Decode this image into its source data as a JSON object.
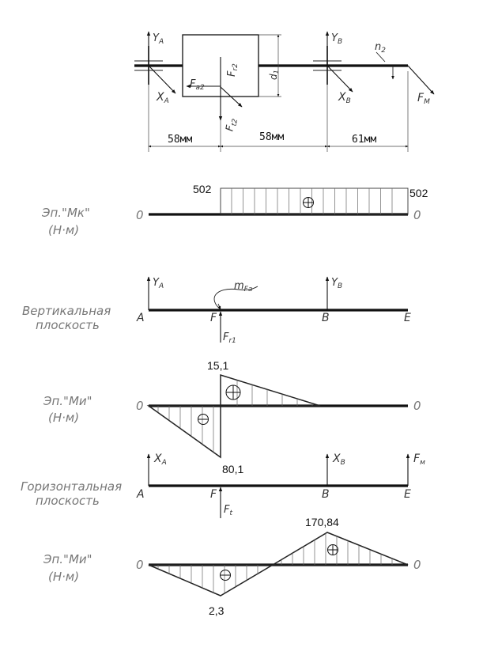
{
  "scheme": {
    "ya": "Y",
    "ya_sub": "A",
    "xa": "X",
    "xa_sub": "A",
    "yb": "Y",
    "yb_sub": "B",
    "xb": "X",
    "xb_sub": "B",
    "fa": "F",
    "fa_sub": "a2",
    "fr": "F",
    "fr_sub": "r2",
    "ft": "F",
    "ft_sub": "t2",
    "fm": "F",
    "fm_sub": "M",
    "n": "n",
    "n_sub": "2",
    "d": "d",
    "d_sub": "1",
    "dims": [
      "58мм",
      "58мм",
      "61мм"
    ]
  },
  "torque": {
    "label1": "Эп.\"Мк\"",
    "label2": "(Н·м)",
    "zero_left": "0",
    "zero_right": "0",
    "value_left": "502",
    "value_right": "502"
  },
  "vertical": {
    "label1": "Вертикальная",
    "label2": "плоскость",
    "ya": "Y",
    "ya_sub": "A",
    "yb": "Y",
    "yb_sub": "B",
    "m": "m",
    "m_sub": "Fa",
    "fr": "F",
    "fr_sub": "r1",
    "pts": [
      "A",
      "F",
      "B",
      "E"
    ]
  },
  "mv": {
    "label1": "Эп.\"Ми\"",
    "label2": "(Н·м)",
    "zero_left": "0",
    "zero_right": "0",
    "top": "15,1",
    "bottom": "80,1"
  },
  "horizontal": {
    "label1": "Горизонтальная",
    "label2": "плоскость",
    "xa": "X",
    "xa_sub": "A",
    "xb": "X",
    "xb_sub": "B",
    "fm": "F",
    "fm_sub": "м",
    "ft": "F",
    "ft_sub": "t",
    "pts": [
      "A",
      "F",
      "B",
      "E"
    ]
  },
  "mh": {
    "label1": "Эп.\"Ми\"",
    "label2": "(Н·м)",
    "zero_left": "0",
    "zero_right": "0",
    "top": "170,84",
    "bottom": "2,3"
  }
}
